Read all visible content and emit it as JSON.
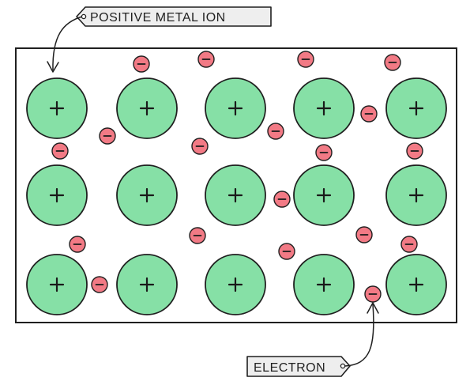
{
  "labels": {
    "ion_tag": "POSITIVE METAL ION",
    "electron_tag": "ELECTRON"
  },
  "colors": {
    "ion_fill": "#86e0a6",
    "ion_stroke": "#1f1f1f",
    "electron_fill": "#f27a85",
    "electron_stroke": "#1f1f1f",
    "tag_fill": "#eeeeee",
    "border": "#1f1f1f"
  },
  "icons": {
    "ion_symbol": "plus",
    "electron_symbol": "minus"
  }
}
